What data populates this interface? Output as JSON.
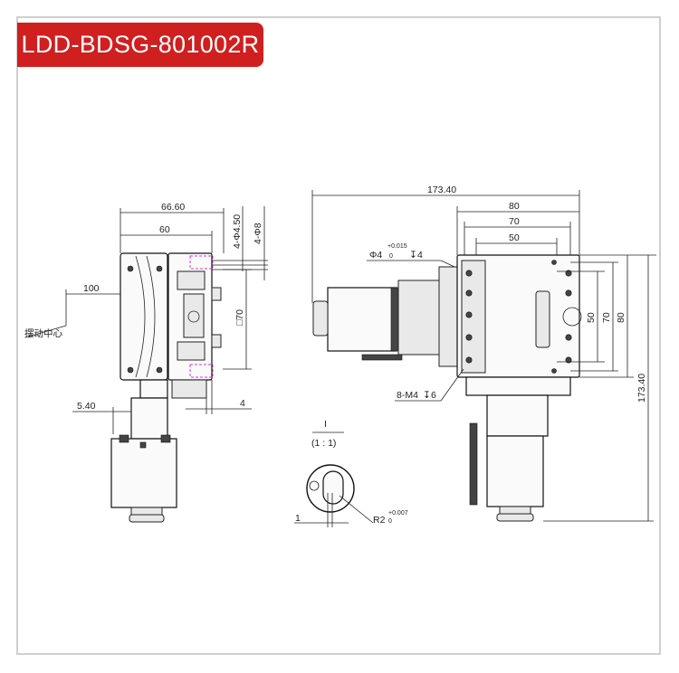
{
  "title": "LDD-BDSG-801002R",
  "dimensions": {
    "left_view": {
      "width_total": "66.60",
      "width_inner": "60",
      "hole_a": "4-Φ4.50",
      "hole_b": "4-Φ8",
      "square": "□70",
      "offset_100": "100",
      "pivot_label": "摆动中心",
      "offset_540": "5.40",
      "offset_4": "4"
    },
    "right_view": {
      "overall": "173.40",
      "w80": "80",
      "w70": "70",
      "w50": "50",
      "pin_hole": "Φ4",
      "pin_tol_upper": "+0.015",
      "pin_tol_lower": "0",
      "pin_depth": "4",
      "thread": "8-M4",
      "thread_depth": "6",
      "v50": "50",
      "v70": "70",
      "v80": "80",
      "height": "173.40"
    },
    "detail": {
      "label": "I",
      "scale": "(1 : 1)",
      "offset": "1",
      "radius": "R2",
      "radius_tol_upper": "+0.007",
      "radius_tol_lower": "0"
    }
  }
}
